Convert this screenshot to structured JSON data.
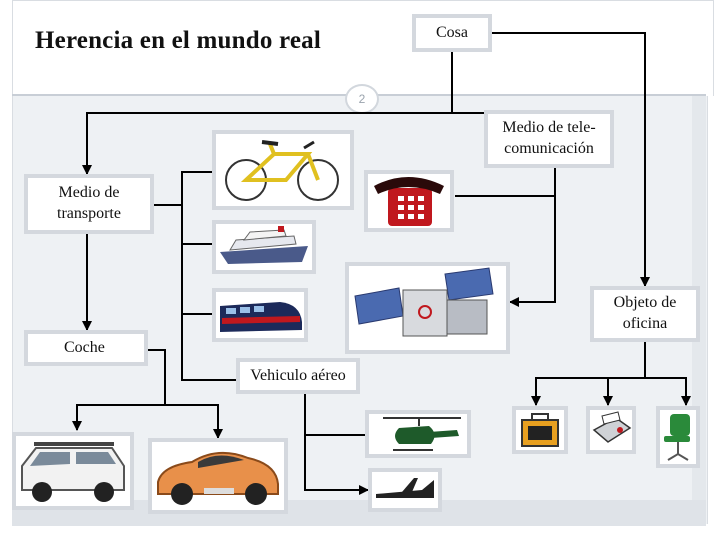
{
  "slide": {
    "title": "Herencia en el mundo real",
    "page_number": "2"
  },
  "nodes": {
    "cosa": "Cosa",
    "telecom": "Medio de tele-\ncomunicación",
    "transporte": "Medio de\ntransporte",
    "oficina": "Objeto de\noficina",
    "coche": "Coche",
    "aereo": "Vehiculo aéreo"
  },
  "images": [
    "bicycle-icon",
    "telephone-icon",
    "ship-icon",
    "satellite-icon",
    "train-icon",
    "suv-icon",
    "sports-car-icon",
    "helicopter-icon",
    "jet-icon",
    "toolbox-icon",
    "fax-icon",
    "office-chair-icon"
  ],
  "colors": {
    "line": "#000000",
    "frame": "#d4d8de",
    "panel": "#eef1f4"
  }
}
